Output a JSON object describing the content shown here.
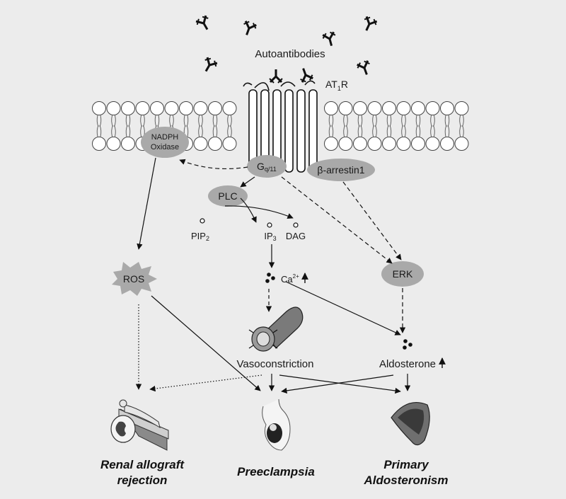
{
  "labels": {
    "autoantibodies": "Autoantibodies",
    "receptor_main": "AT",
    "receptor_sub": "1",
    "receptor_tail": "R",
    "nadph_line1": "NADPH",
    "nadph_line2": "Oxidase",
    "gq_main": "G",
    "gq_sub": "q/11",
    "barrestin": "β-arrestin1",
    "plc": "PLC",
    "pip2_main": "PIP",
    "pip2_sub": "2",
    "ip3_main": "IP",
    "ip3_sub": "3",
    "dag": "DAG",
    "ros": "ROS",
    "calcium_main": "Ca",
    "calcium_sup": "2+",
    "erk": "ERK",
    "vasoconstriction": "Vasoconstriction",
    "aldosterone": "Aldosterone",
    "outcome_renal_line1": "Renal allograft",
    "outcome_renal_line2": "rejection",
    "outcome_preeclampsia": "Preeclampsia",
    "outcome_primary_line1": "Primary",
    "outcome_primary_line2": "Aldosteronism"
  },
  "colors": {
    "background": "#ececec",
    "node_fill": "#a9a9a9",
    "line": "#111111",
    "membrane_stroke": "#444444"
  },
  "icons": [
    "antibody-icon",
    "membrane-bilayer",
    "receptor-icon",
    "blood-vessel-icon",
    "hospital-bed-icon",
    "pregnancy-icon",
    "adrenal-gland-icon"
  ]
}
